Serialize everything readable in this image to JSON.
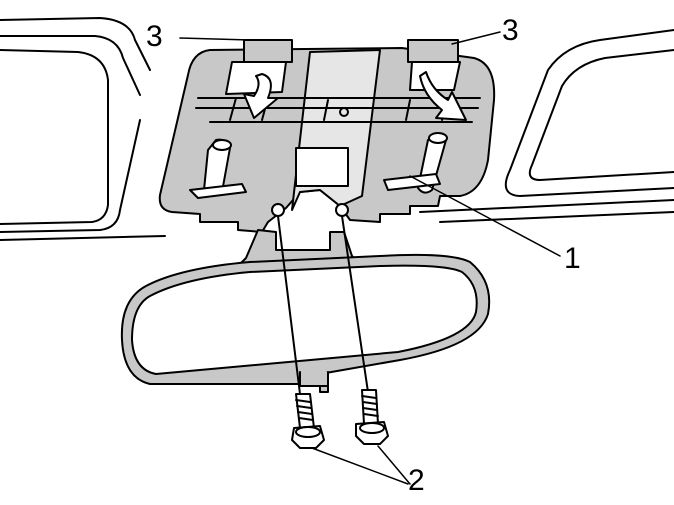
{
  "callouts": {
    "bracket": "1",
    "screws": "2",
    "clip_left": "3",
    "clip_right": "3"
  },
  "colors": {
    "line": "#000000",
    "fill_grey": "#c8c8c8",
    "background": "#ffffff"
  }
}
